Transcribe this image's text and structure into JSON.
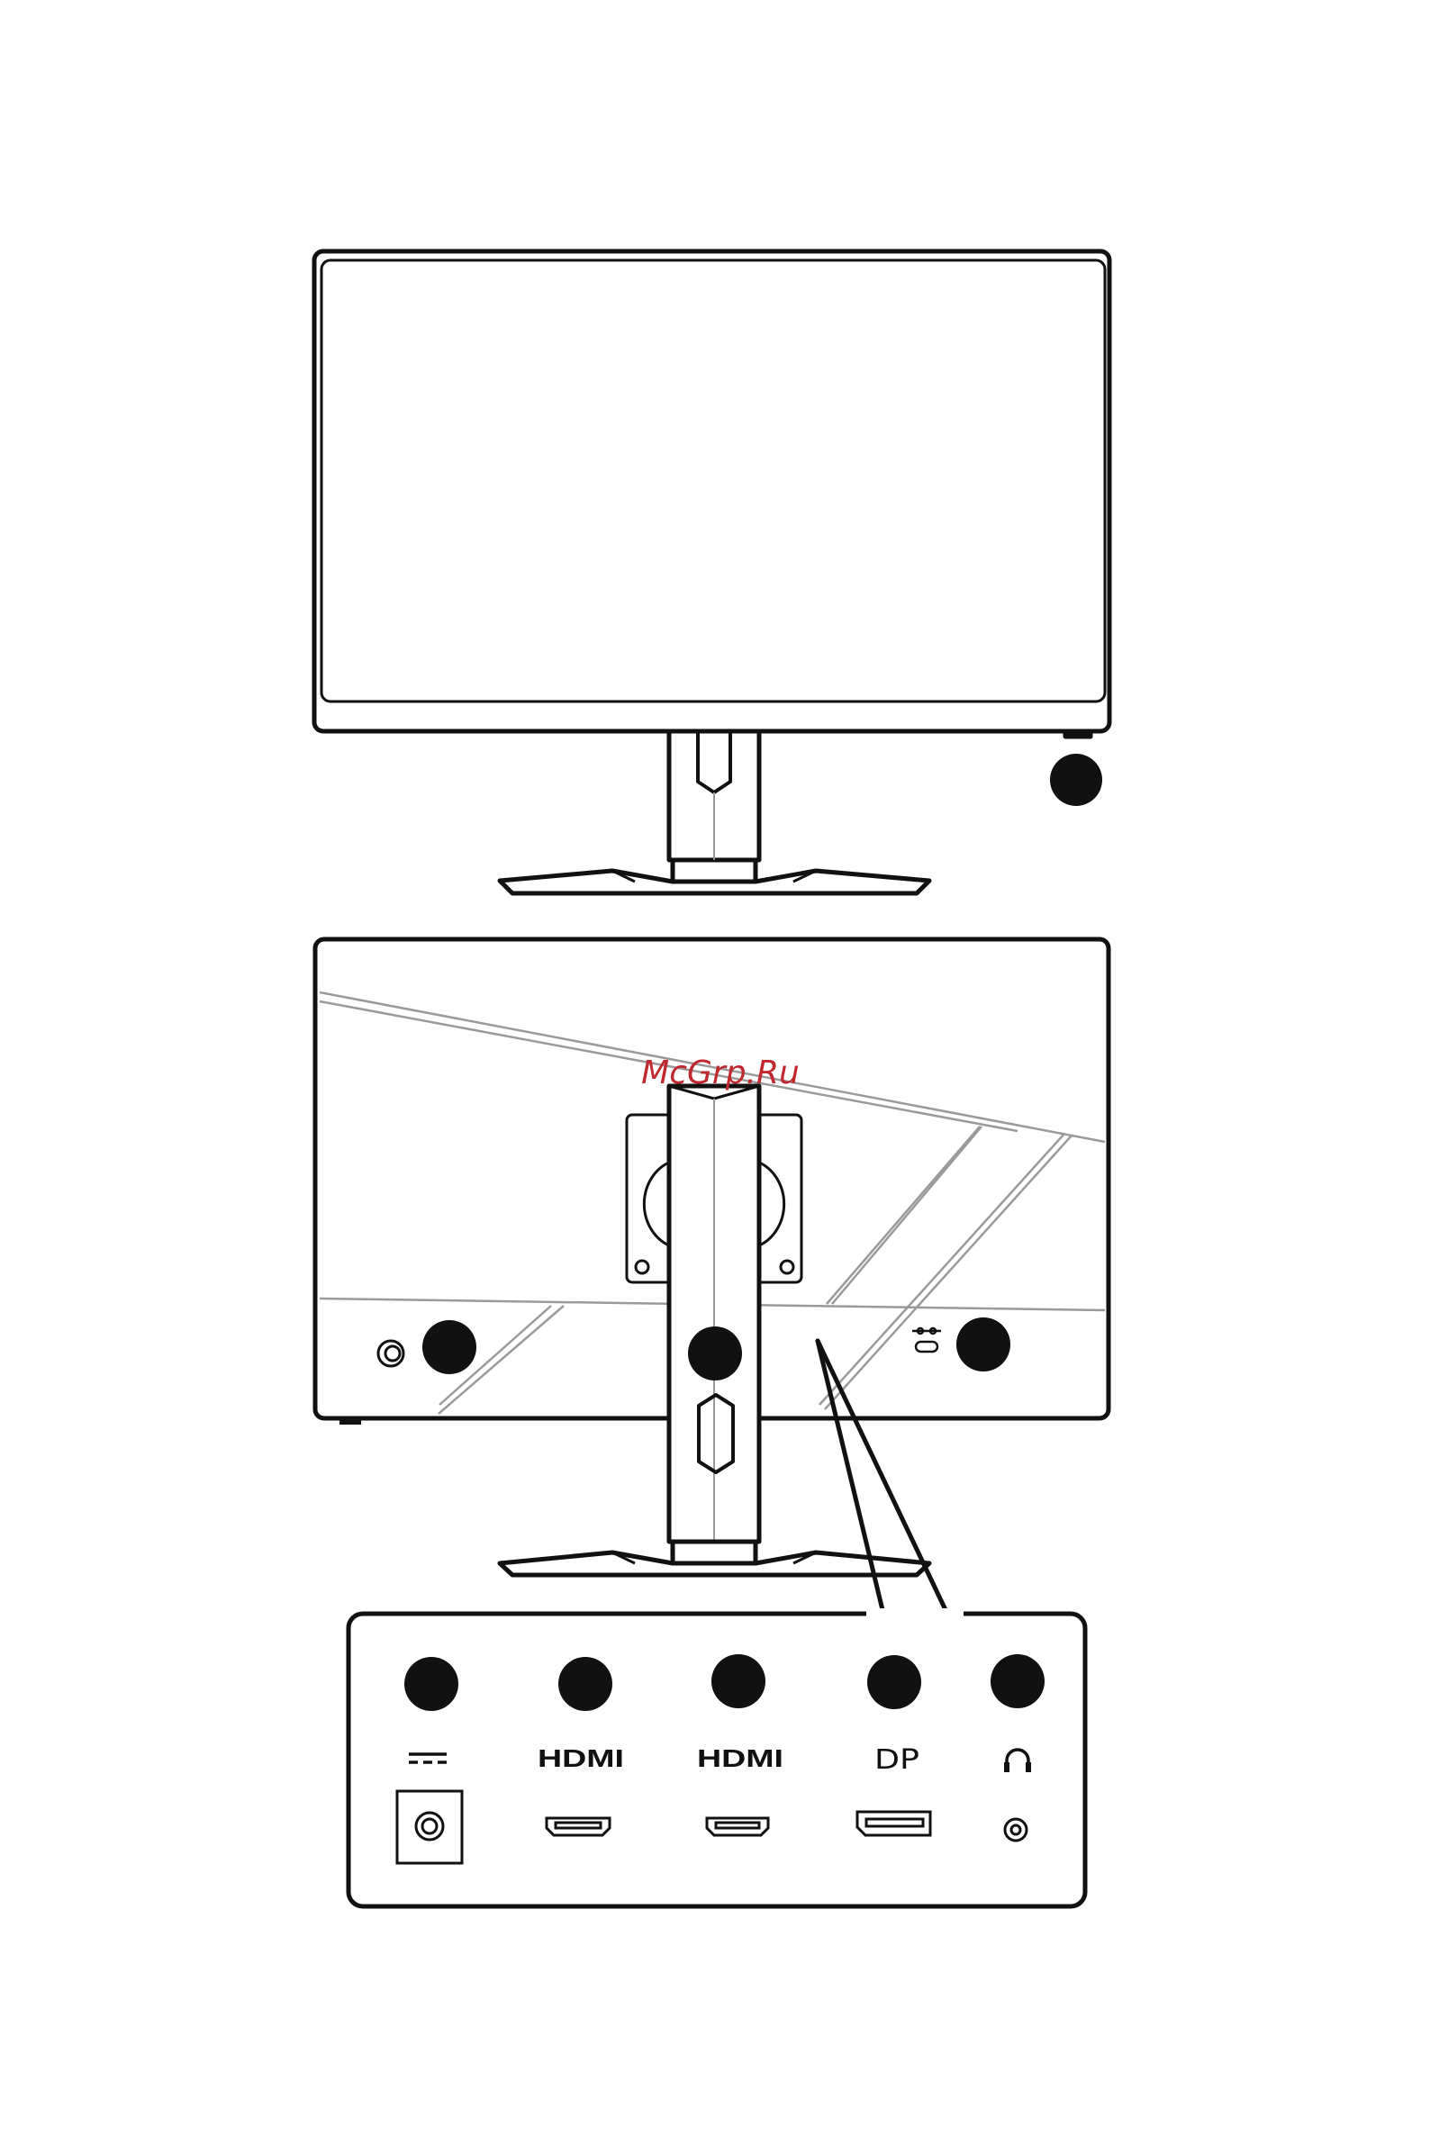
{
  "watermark": "McGrp.Ru",
  "ports": [
    {
      "id": "dc-in",
      "label": "",
      "icon": "dc-power-icon"
    },
    {
      "id": "hdmi-1",
      "label": "HDMI",
      "icon": "hdmi-port-icon"
    },
    {
      "id": "hdmi-2",
      "label": "HDMI",
      "icon": "hdmi-port-icon"
    },
    {
      "id": "displayport",
      "label": "DP",
      "icon": "displayport-icon"
    },
    {
      "id": "headphone",
      "label": "",
      "icon": "headphone-icon"
    }
  ],
  "colors": {
    "line": "#111111",
    "light_line": "#9a9a9a",
    "callout": "#111111",
    "watermark": "#c0282d"
  }
}
